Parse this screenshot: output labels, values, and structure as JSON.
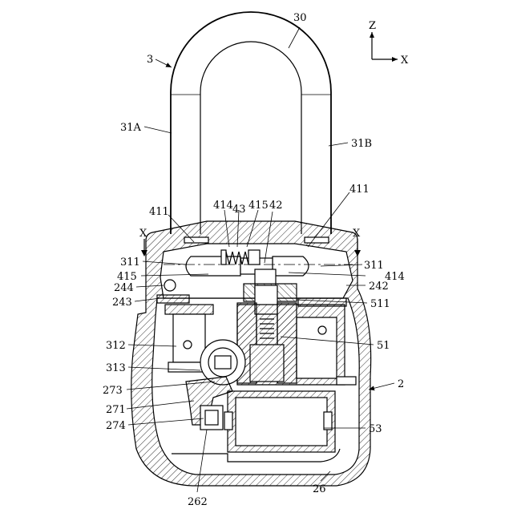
{
  "axes": {
    "z": "Z",
    "x": "X"
  },
  "section_marks": {
    "left": "X",
    "right": "X"
  },
  "labels": {
    "l30": "30",
    "l3": "3",
    "l31A": "31A",
    "l31B": "31B",
    "l411a": "411",
    "l411b": "411",
    "l414a": "414",
    "l43": "43",
    "l415a": "415",
    "l42": "42",
    "l311a": "311",
    "l311b": "311",
    "l415b": "415",
    "l414b": "414",
    "l244": "244",
    "l242": "242",
    "l243": "243",
    "l511": "511",
    "l312": "312",
    "l51": "51",
    "l313": "313",
    "l2": "2",
    "l273": "273",
    "l271": "271",
    "l274": "274",
    "l53": "53",
    "l262": "262",
    "l26": "26"
  }
}
